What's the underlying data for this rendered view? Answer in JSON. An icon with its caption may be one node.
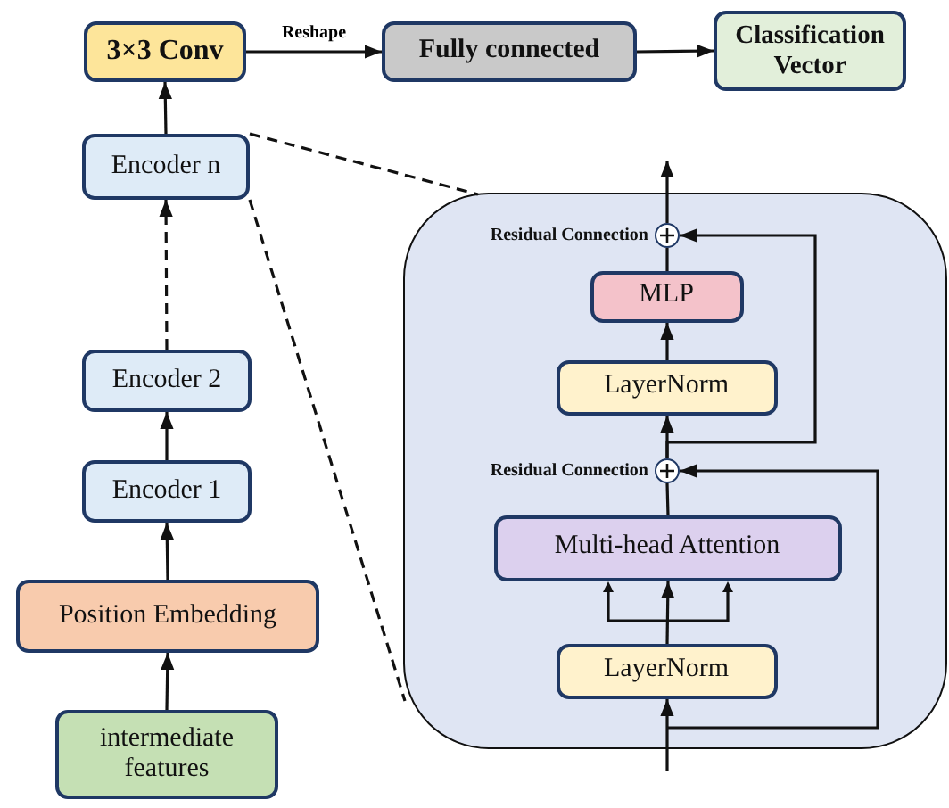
{
  "diagram": {
    "nodes": [
      {
        "text": [
          "3×3 Conv"
        ]
      },
      {
        "text": [
          "Fully connected"
        ]
      },
      {
        "text": [
          "Classification Vector"
        ]
      },
      {
        "text": [
          "Encoder n"
        ]
      },
      {
        "text": [
          "Encoder 2"
        ]
      },
      {
        "text": [
          "Encoder 1"
        ]
      },
      {
        "text": [
          "Position Embedding"
        ]
      },
      {
        "text": [
          "intermediate features"
        ]
      },
      {
        "text": [],
        "shape": "box"
      },
      {
        "text": [],
        "shape": "circle",
        "in": 8,
        "beside": [
          "Residual Connection"
        ]
      },
      {
        "text": [
          "MLP"
        ],
        "in": 8
      },
      {
        "text": [
          "LayerNorm"
        ],
        "in": 8
      },
      {
        "text": [],
        "shape": "circle",
        "in": 8,
        "beside": [
          "Residual Connection"
        ]
      },
      {
        "text": [
          "Multi-head Attention"
        ],
        "in": 8
      },
      {
        "text": [
          "LayerNorm"
        ],
        "in": 8
      }
    ],
    "edges": [
      {
        "from": 0,
        "to": 1,
        "arrow": "to",
        "label": "Reshape"
      },
      {
        "from": 1,
        "to": 2,
        "arrow": "to"
      },
      {
        "from": 3,
        "to": 0,
        "arrow": "to"
      },
      {
        "from": 4,
        "to": 3,
        "arrow": "to",
        "style": "dashed"
      },
      {
        "from": 5,
        "to": 4,
        "arrow": "to"
      },
      {
        "from": 6,
        "to": 5,
        "arrow": "to"
      },
      {
        "from": 7,
        "to": 6,
        "arrow": "to"
      },
      {
        "from": 3,
        "to": 8,
        "arrow": "none",
        "style": "dashed"
      },
      {
        "from": 3,
        "to": 8,
        "arrow": "none",
        "style": "dashed"
      },
      {
        "from": null,
        "to": 14,
        "arrow": "to"
      },
      {
        "from": 14,
        "to": 13,
        "arrow": "to"
      },
      {
        "from": null,
        "to": 12,
        "arrow": "to"
      },
      {
        "from": 13,
        "to": 12,
        "arrow": "none"
      },
      {
        "from": 12,
        "to": 11,
        "arrow": "to"
      },
      {
        "from": 12,
        "to": 9,
        "arrow": "to"
      },
      {
        "from": 11,
        "to": 10,
        "arrow": "to"
      },
      {
        "from": 10,
        "to": 9,
        "arrow": "none"
      },
      {
        "from": 9,
        "to": null,
        "arrow": "to"
      }
    ]
  }
}
